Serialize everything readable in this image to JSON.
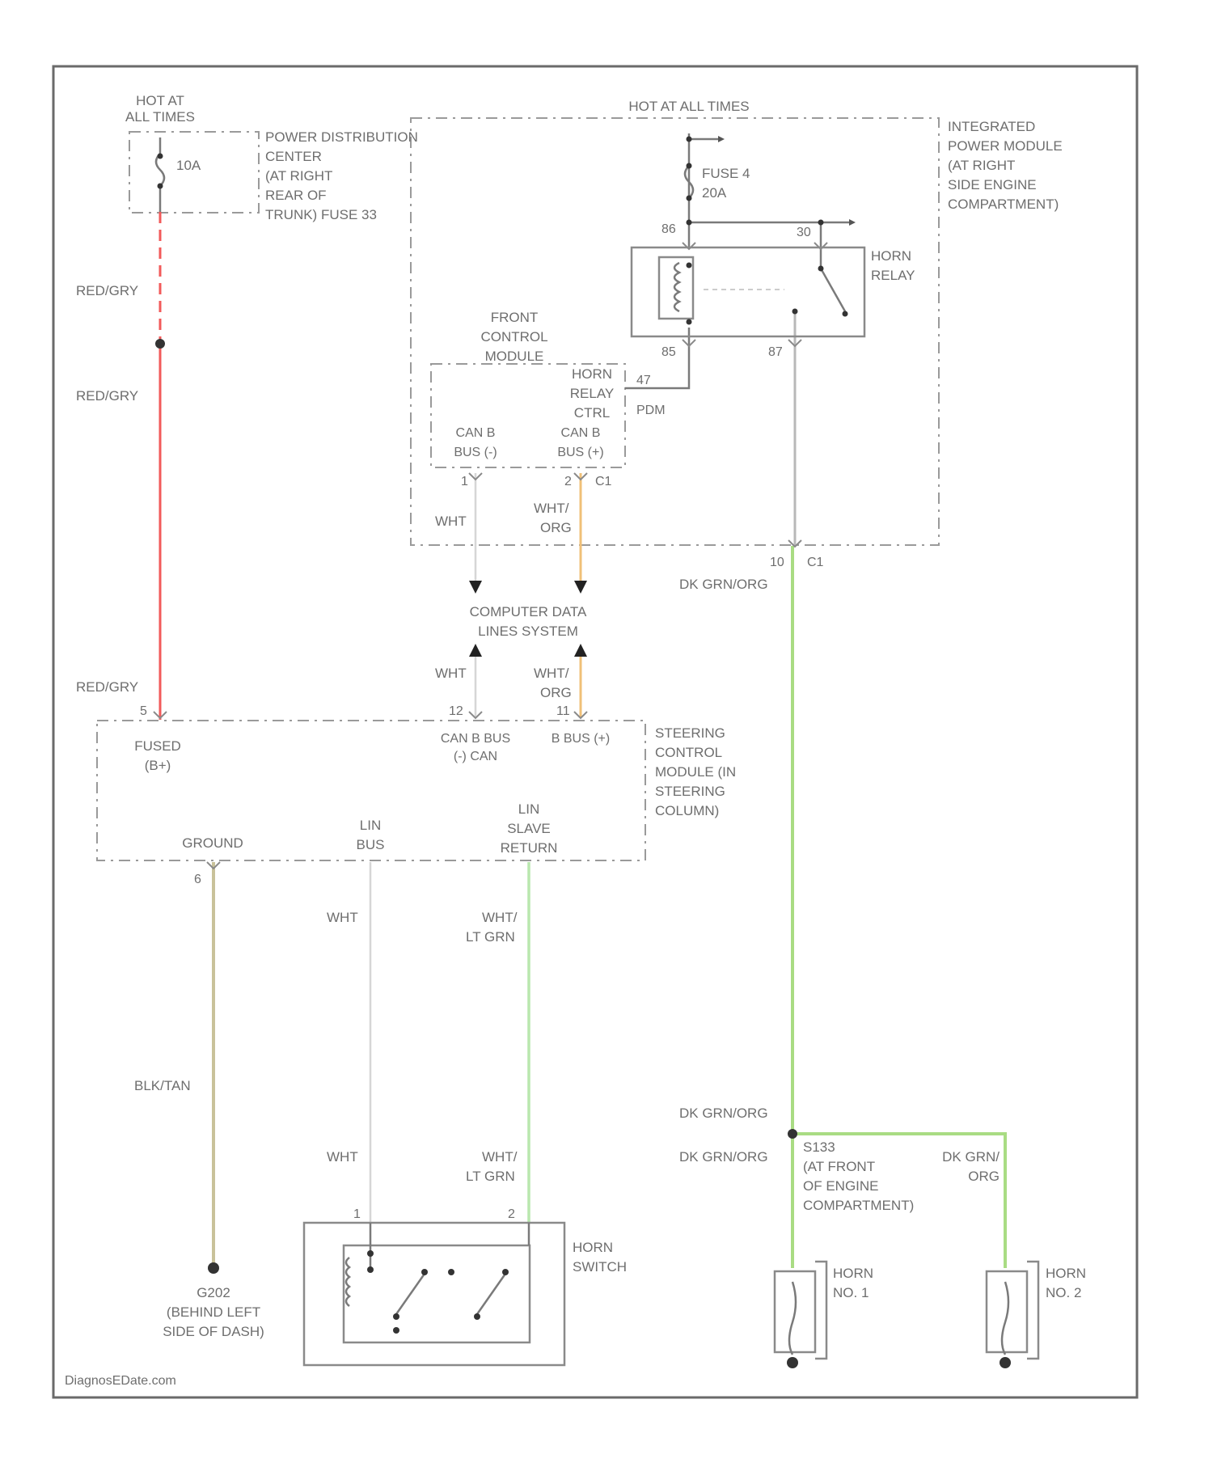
{
  "colors": {
    "red_gry": "#f25a5a",
    "wht": "#d6d6d6",
    "wht_org": "#f0c078",
    "dk_grn_org": "#a9dc83",
    "wht_lt_grn": "#b9e7ae",
    "blk_tan": "#c9c29a",
    "line": "#8a8a8a"
  },
  "labels": {
    "hot_left": [
      "HOT AT",
      "ALL TIMES"
    ],
    "fuse_left_amp": "10A",
    "pdc": [
      "POWER DISTRIBUTION",
      "CENTER",
      "(AT RIGHT",
      "REAR OF",
      "TRUNK) FUSE 33"
    ],
    "hot_top": "HOT AT ALL TIMES",
    "ipm": [
      "INTEGRATED",
      "POWER MODULE",
      "(AT RIGHT",
      "SIDE ENGINE",
      "COMPARTMENT)"
    ],
    "fuse4": [
      "FUSE 4",
      "20A"
    ],
    "relay_pins": {
      "p86": "86",
      "p30": "30",
      "p85": "85",
      "p87": "87"
    },
    "horn_relay": [
      "HORN",
      "RELAY"
    ],
    "fcm": [
      "FRONT",
      "CONTROL",
      "MODULE"
    ],
    "fcm_horn_ctrl": [
      "HORN",
      "RELAY",
      "CTRL"
    ],
    "fcm_pin47": [
      "47",
      "PDM"
    ],
    "can_b_minus": [
      "CAN B",
      "BUS (-)"
    ],
    "can_b_plus": [
      "CAN B",
      "BUS (+)"
    ],
    "fcm_pin_l": "1",
    "fcm_pin_r": "2",
    "fcm_conn": "C1",
    "wire_wht": "WHT",
    "wire_wht_org": [
      "WHT/",
      "ORG"
    ],
    "ipm_pin": "10",
    "ipm_conn": "C1",
    "wire_dk_grn_org": "DK GRN/ORG",
    "cdl": [
      "COMPUTER DATA",
      "LINES SYSTEM"
    ],
    "wire_red_gry": "RED/GRY",
    "scm_pin_fused": "5",
    "scm_pin_can_l": "12",
    "scm_pin_can_r": "11",
    "fused": [
      "FUSED",
      "(B+)"
    ],
    "scm_can_l": [
      "CAN B BUS",
      "(-) CAN"
    ],
    "scm_can_r": "B BUS (+)",
    "scm": [
      "STEERING",
      "CONTROL",
      "MODULE (IN",
      "STEERING",
      "COLUMN)"
    ],
    "ground": "GROUND",
    "lin_bus": [
      "LIN",
      "BUS"
    ],
    "lin_slave": [
      "LIN",
      "SLAVE",
      "RETURN"
    ],
    "scm_pin_gnd": "6",
    "wire_wht_lt_grn": [
      "WHT/",
      "LT GRN"
    ],
    "wire_blk_tan": "BLK/TAN",
    "splice_label": [
      "S133",
      "(AT FRONT",
      "OF ENGINE",
      "COMPARTMENT)"
    ],
    "wire_dk_grn_org_right": [
      "DK GRN/",
      "ORG"
    ],
    "ground_label": [
      "G202",
      "(BEHIND LEFT",
      "SIDE OF DASH)"
    ],
    "switch_pin1": "1",
    "switch_pin2": "2",
    "horn_switch": [
      "HORN",
      "SWITCH"
    ],
    "horn1": [
      "HORN",
      "NO. 1"
    ],
    "horn2": [
      "HORN",
      "NO. 2"
    ],
    "footer": "DiagnosEDate.com"
  }
}
